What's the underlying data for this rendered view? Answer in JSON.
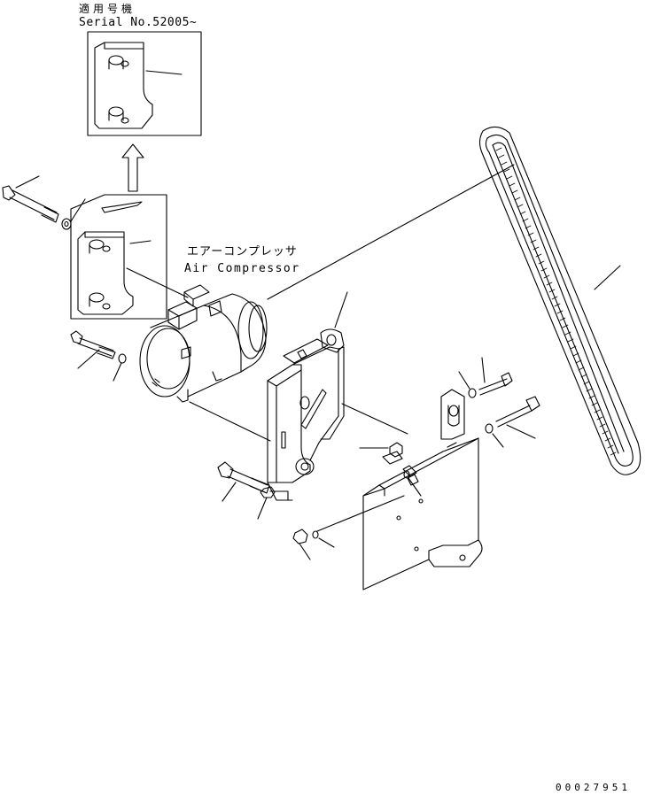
{
  "diagram": {
    "applicable_label": "適用号機",
    "serial_label": "Serial No.52005~",
    "component_label_jp": "エアーコンプレッサ",
    "component_label_en": "Air Compressor",
    "drawing_number": "00027951"
  },
  "colors": {
    "line": "#000000",
    "background": "#ffffff"
  },
  "parts": [
    {
      "name": "bracket-new-type"
    },
    {
      "name": "bracket-old-type"
    },
    {
      "name": "air-compressor"
    },
    {
      "name": "long-bolt"
    },
    {
      "name": "washer"
    },
    {
      "name": "v-belt"
    },
    {
      "name": "adjuster-bracket"
    },
    {
      "name": "mounting-plate"
    },
    {
      "name": "nut"
    },
    {
      "name": "bolt"
    }
  ]
}
